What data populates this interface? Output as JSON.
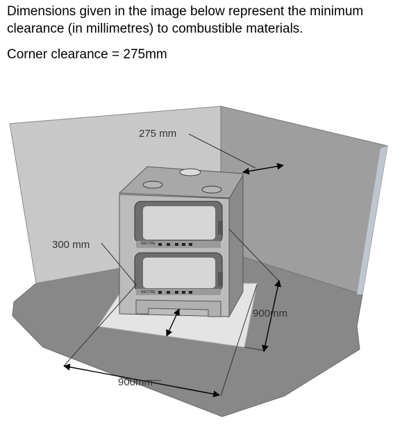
{
  "caption": {
    "line1": "Dimensions given in the image below represent the minimum",
    "line2": "clearance (in millimetres) to combustible materials.",
    "line3": "Corner clearance = 275mm"
  },
  "labels": {
    "top": "275 mm",
    "left": "300 mm",
    "right_depth": "900mm",
    "bottom_width": "900mm"
  },
  "stove_badge": "NECTRE",
  "colors": {
    "left_wall": "#c8c8c8",
    "right_wall": "#9e9e9e",
    "floor": "#888888",
    "hearth": "#e4e4e4",
    "stove_body": "#bcbcbc",
    "stove_dark": "#6e6e6e"
  }
}
